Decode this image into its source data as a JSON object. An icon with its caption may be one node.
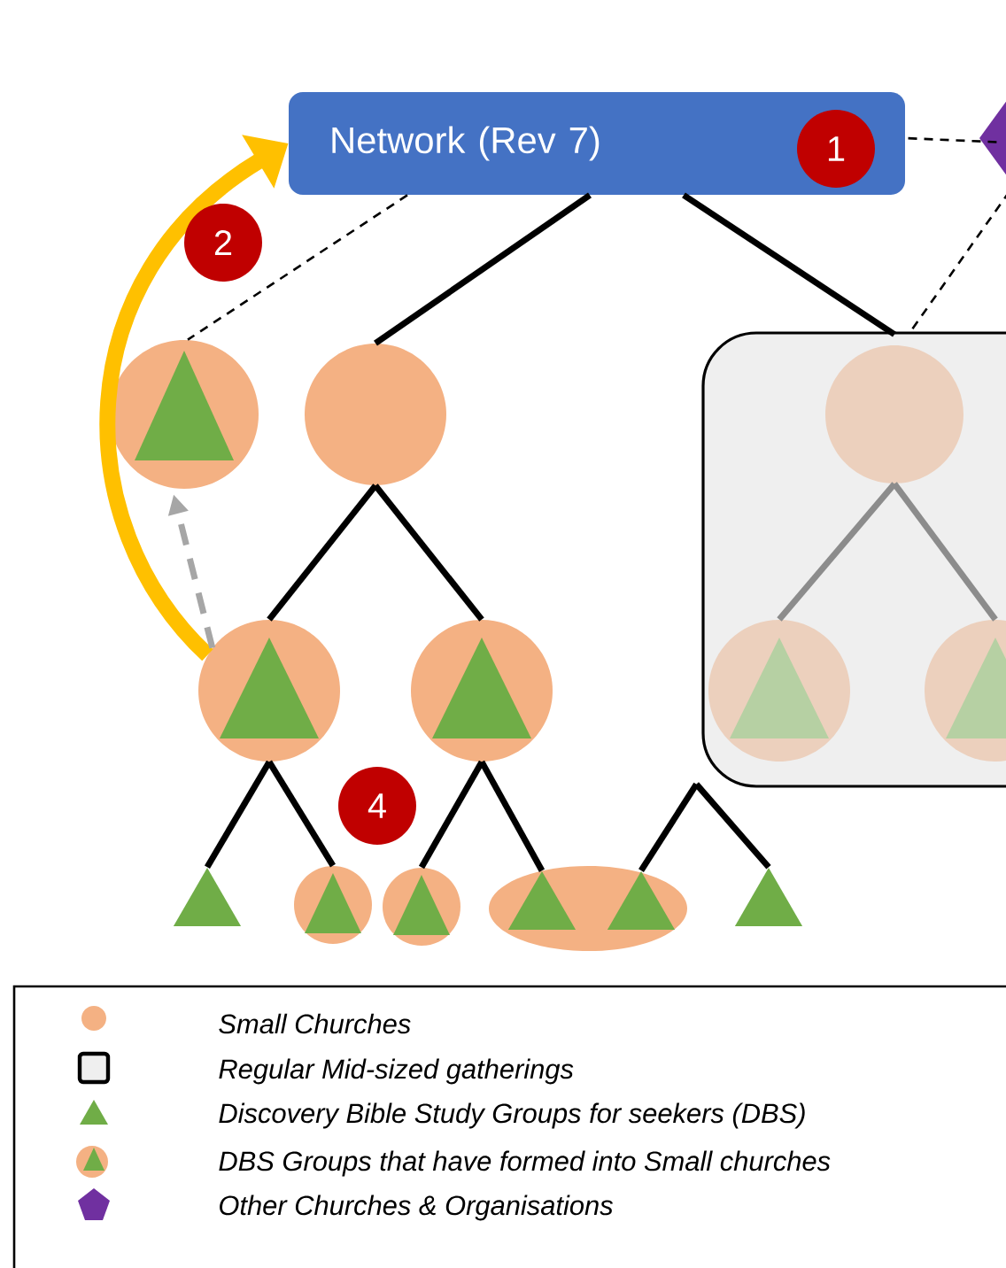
{
  "diagram": {
    "nodes": [
      {
        "text": [
          "Network (Rev 7)"
        ]
      },
      {
        "text": [],
        "shape": "pentagon"
      },
      {
        "text": [],
        "shape": "circle"
      },
      {
        "text": [],
        "shape": "circle"
      },
      {
        "text": [],
        "shape": "box"
      },
      {
        "text": [],
        "shape": "circle",
        "in": 4
      },
      {
        "text": [],
        "shape": "circle",
        "in": 4
      },
      {
        "text": [],
        "shape": "circle",
        "in": 4
      },
      {
        "text": [],
        "shape": "circle"
      },
      {
        "text": [],
        "shape": "circle"
      },
      {
        "text": [],
        "shape": "triangle"
      },
      {
        "text": [],
        "shape": "circle"
      },
      {
        "text": [],
        "shape": "circle"
      },
      {
        "text": [],
        "shape": "ellipse"
      },
      {
        "text": [],
        "shape": "triangle",
        "in": 13
      },
      {
        "text": [],
        "shape": "triangle",
        "in": 13
      },
      {
        "text": [],
        "shape": "triangle"
      }
    ],
    "edges": [
      {
        "from": 0,
        "to": 3,
        "arrow": "none"
      },
      {
        "from": 0,
        "to": 5,
        "arrow": "none"
      },
      {
        "from": 0,
        "to": 2,
        "arrow": "none",
        "style": "dashed"
      },
      {
        "from": 1,
        "to": 0,
        "arrow": "none",
        "style": "dashed"
      },
      {
        "from": 1,
        "to": 5,
        "arrow": "none",
        "style": "dashed"
      },
      {
        "from": 3,
        "to": 8,
        "arrow": "none"
      },
      {
        "from": 3,
        "to": 9,
        "arrow": "none"
      },
      {
        "from": 5,
        "to": 6,
        "arrow": "none",
        "color": "#8c8c8c"
      },
      {
        "from": 5,
        "to": 7,
        "arrow": "none",
        "color": "#8c8c8c"
      },
      {
        "from": 8,
        "to": 10,
        "arrow": "none"
      },
      {
        "from": 8,
        "to": 11,
        "arrow": "none"
      },
      {
        "from": 9,
        "to": 12,
        "arrow": "none"
      },
      {
        "from": 9,
        "to": 14,
        "arrow": "none"
      },
      {
        "from": 4,
        "to": 15,
        "arrow": "none"
      },
      {
        "from": 4,
        "to": 16,
        "arrow": "none"
      },
      {
        "from": 8,
        "to": 0,
        "arrow": "to",
        "style": "thick",
        "color": "#ffc000"
      },
      {
        "from": 8,
        "to": 2,
        "arrow": "to",
        "style": "dashed",
        "color": "#a6a6a6"
      }
    ],
    "labels": [
      "1",
      "2",
      "4"
    ],
    "legend": [
      {
        "text": "Small Churches",
        "color": "#f4b183"
      },
      {
        "text": "Regular Mid-sized gatherings"
      },
      {
        "text": "Discovery Bible Study Groups for seekers (DBS)",
        "color": "#70ad47"
      },
      {
        "text": "DBS Groups that have formed into Small churches"
      },
      {
        "text": "Other Churches & Organisations",
        "color": "#7030a0"
      }
    ]
  }
}
